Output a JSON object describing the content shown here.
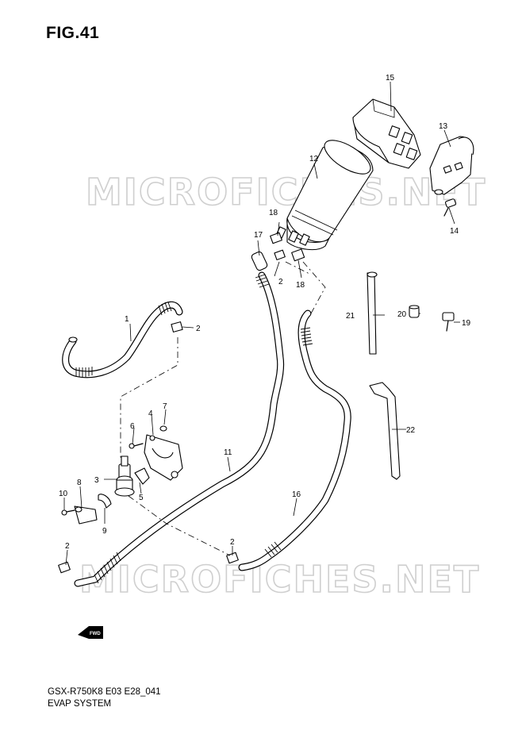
{
  "figure": {
    "title": "FIG.41",
    "model_code": "GSX-R750K8 E03 E28_041",
    "section_title": "EVAP SYSTEM"
  },
  "watermark": {
    "text": "MICROFICHES.NET",
    "color": "#cfcfcf"
  },
  "fwd_badge": "FWD",
  "part_labels": [
    {
      "id": "label-1",
      "text": "1"
    },
    {
      "id": "label-2a",
      "text": "2"
    },
    {
      "id": "label-2b",
      "text": "2"
    },
    {
      "id": "label-2c",
      "text": "2"
    },
    {
      "id": "label-2d",
      "text": "2"
    },
    {
      "id": "label-3",
      "text": "3"
    },
    {
      "id": "label-4",
      "text": "4"
    },
    {
      "id": "label-5",
      "text": "5"
    },
    {
      "id": "label-6",
      "text": "6"
    },
    {
      "id": "label-7",
      "text": "7"
    },
    {
      "id": "label-8",
      "text": "8"
    },
    {
      "id": "label-9",
      "text": "9"
    },
    {
      "id": "label-10",
      "text": "10"
    },
    {
      "id": "label-11",
      "text": "11"
    },
    {
      "id": "label-12",
      "text": "12"
    },
    {
      "id": "label-13",
      "text": "13"
    },
    {
      "id": "label-14",
      "text": "14"
    },
    {
      "id": "label-15",
      "text": "15"
    },
    {
      "id": "label-16",
      "text": "16"
    },
    {
      "id": "label-17",
      "text": "17"
    },
    {
      "id": "label-18a",
      "text": "18"
    },
    {
      "id": "label-18b",
      "text": "18"
    },
    {
      "id": "label-19",
      "text": "19"
    },
    {
      "id": "label-20",
      "text": "20"
    },
    {
      "id": "label-21",
      "text": "21"
    },
    {
      "id": "label-22",
      "text": "22"
    }
  ]
}
